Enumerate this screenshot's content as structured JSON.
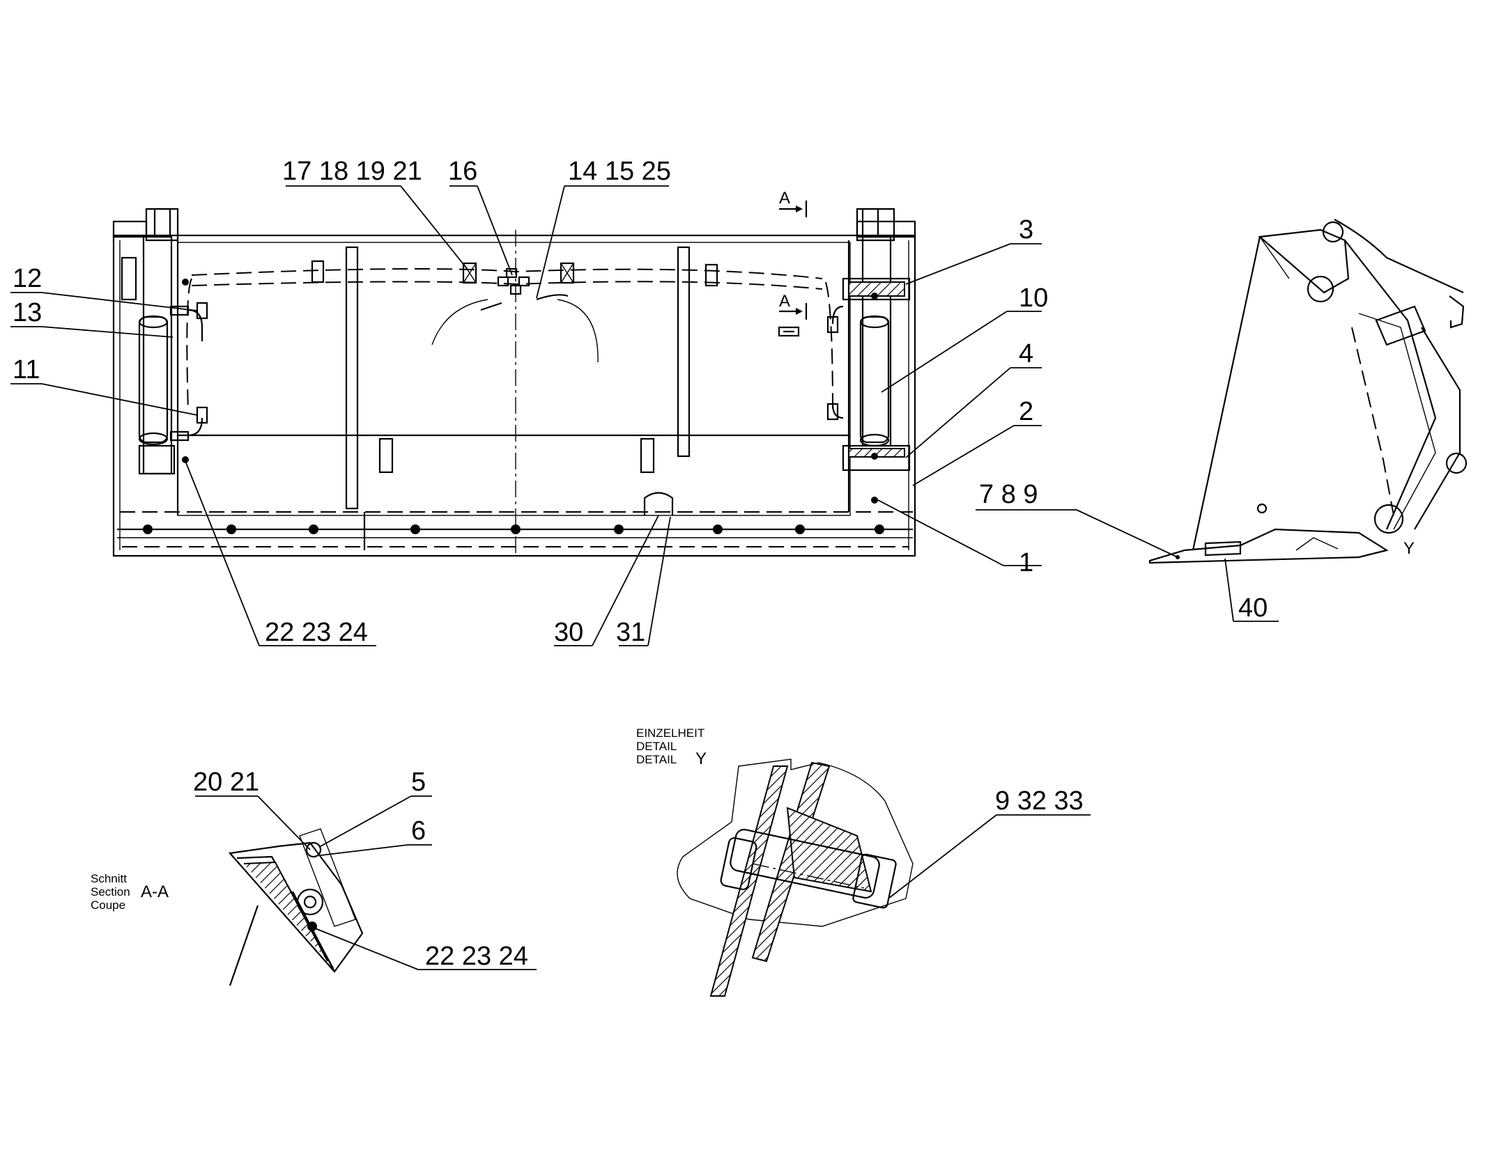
{
  "callouts": {
    "c17_18_19_21": "17 18 19 21",
    "c16": "16",
    "c14_15_25": "14 15 25",
    "c3": "3",
    "c10": "10",
    "c4": "4",
    "c2": "2",
    "c7_8_9": "7 8 9",
    "c1": "1",
    "c12": "12",
    "c13": "13",
    "c11": "11",
    "c22_23_24_top": "22 23 24",
    "c30": "30",
    "c31": "31",
    "c40": "40",
    "c20_21": "20 21",
    "c5": "5",
    "c6": "6",
    "c22_23_24_section": "22 23 24",
    "c9_32_33": "9 32 33"
  },
  "section_marks": {
    "a_upper": "A",
    "a_lower": "A",
    "y_mark": "Y"
  },
  "section_title": {
    "line1": "Schnitt",
    "line2": "Section",
    "line3": "Coupe",
    "name": "A-A"
  },
  "detail_title": {
    "line1": "EINZELHEIT",
    "line2": "DETAIL",
    "line3": "DETAIL",
    "name": "Y"
  }
}
